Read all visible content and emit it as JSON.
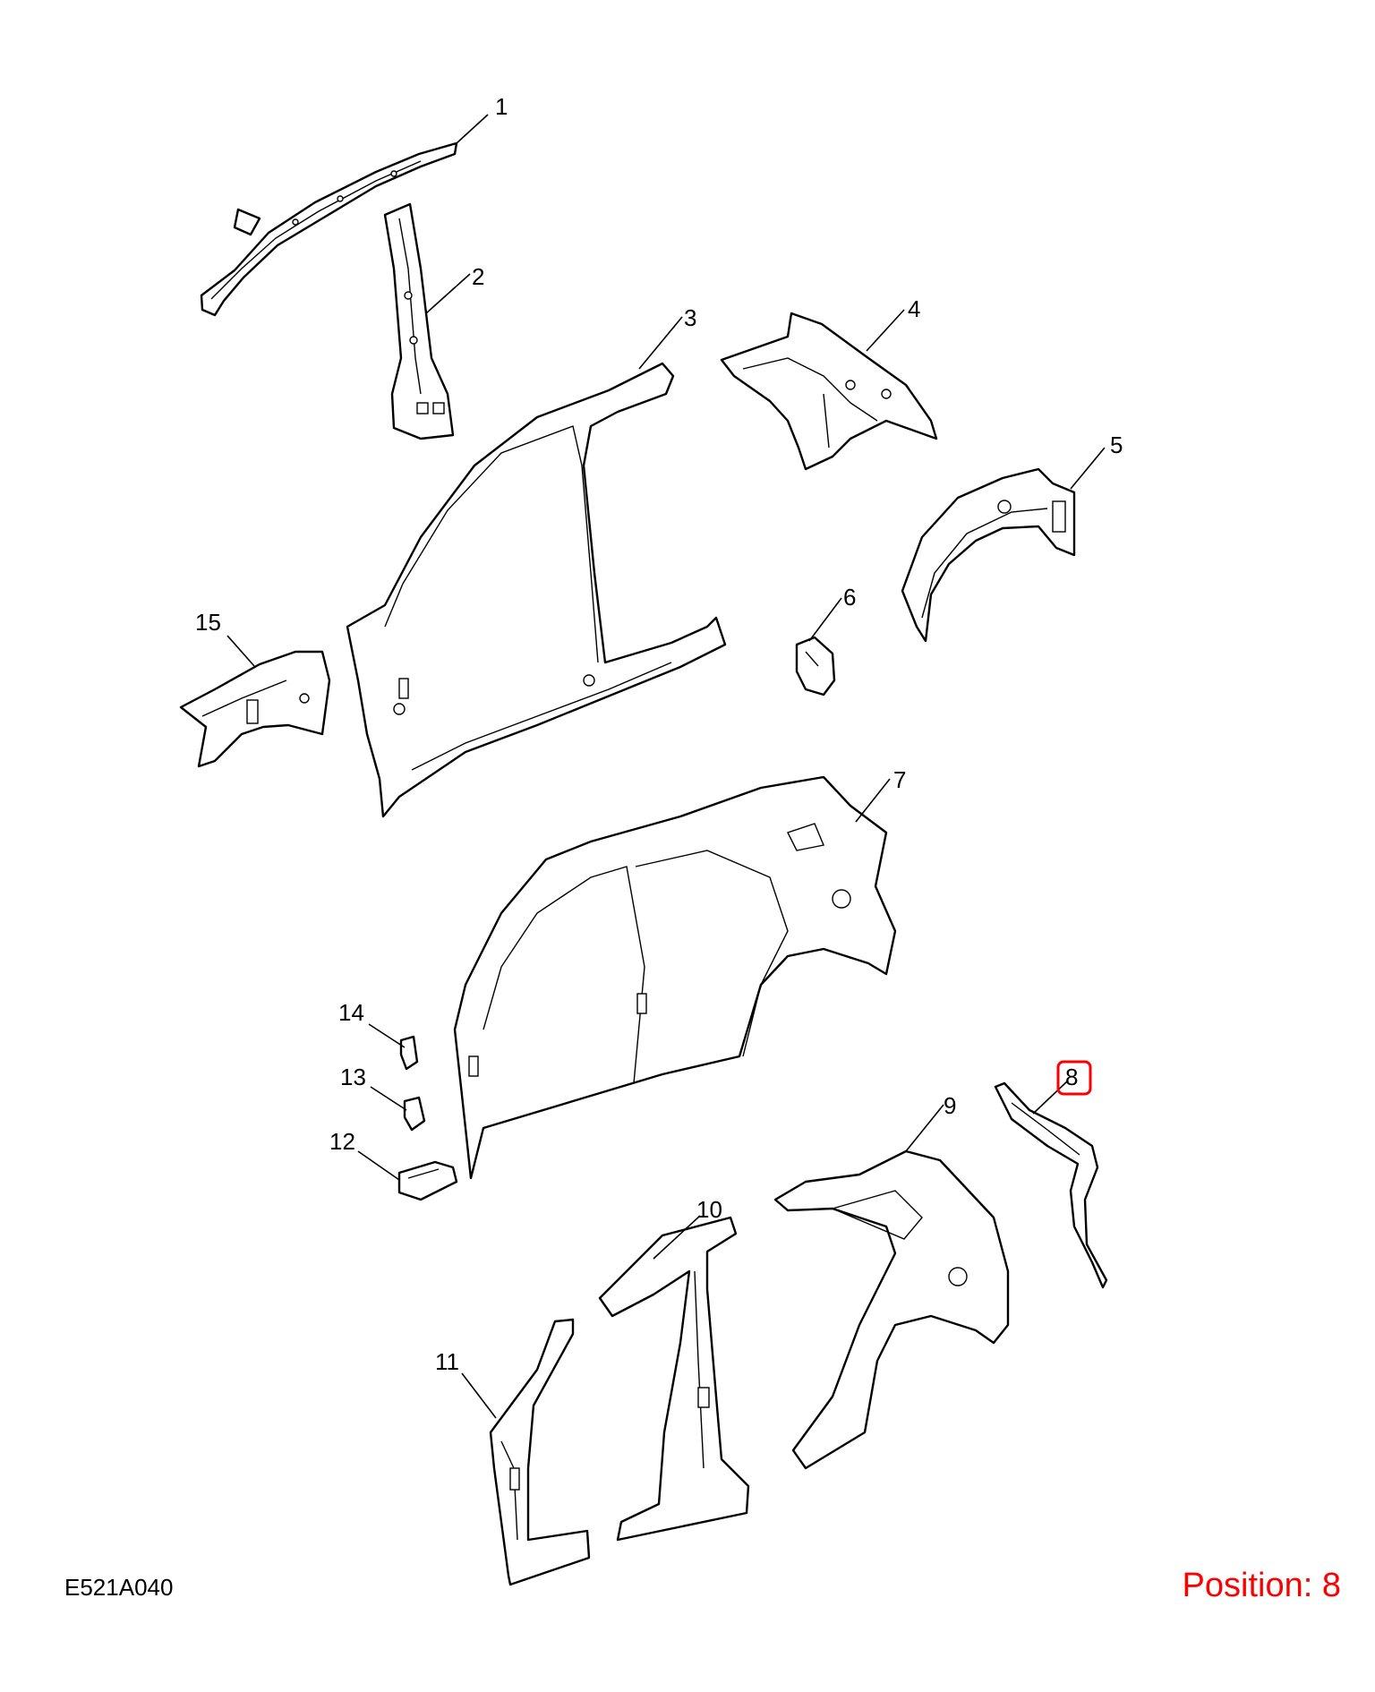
{
  "diagram": {
    "figure_code": "E521A040",
    "position_text": "Position: 8",
    "highlight_color": "#ff0000",
    "line_color": "#000000",
    "callouts": [
      "1",
      "2",
      "3",
      "4",
      "5",
      "6",
      "7",
      "8",
      "9",
      "10",
      "11",
      "12",
      "13",
      "14",
      "15"
    ],
    "highlighted_callout": "8"
  }
}
